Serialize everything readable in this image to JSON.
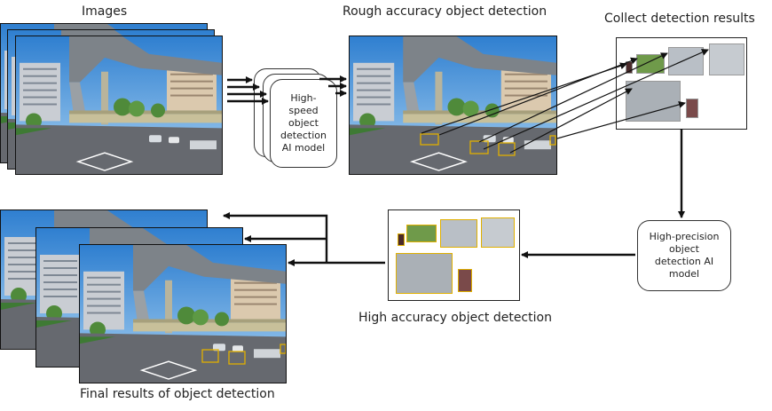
{
  "labels": {
    "images": "Images",
    "rough": "Rough accuracy object detection",
    "collect": "Collect detection results",
    "high_accuracy": "High accuracy object detection",
    "final": "Final results of object detection"
  },
  "models": {
    "fast": "High-\nspeed\nobject\ndetection\nAI model",
    "precise": "High-precision\nobject\ndetection AI\nmodel"
  },
  "colors": {
    "arrow": "#111111",
    "detection_box": "#e0b000",
    "sky": "#3f8fd6",
    "building": "#d9c7ae",
    "road": "#6b6e74",
    "overpass": "#8a8f94",
    "tree": "#4f8a3a"
  }
}
